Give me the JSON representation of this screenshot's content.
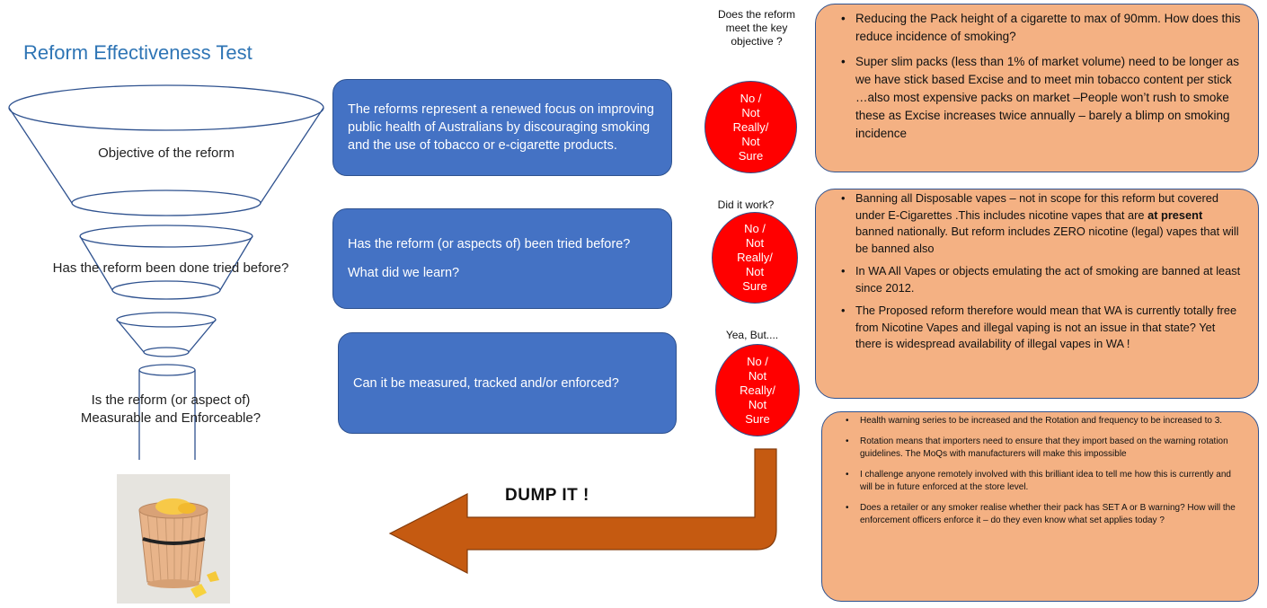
{
  "title": "Reform Effectiveness Test",
  "funnel": {
    "stage1": "Objective of the reform",
    "stage2": "Has the reform been done tried before?",
    "stage3_line1": "Is the reform (or aspect of)",
    "stage3_line2": "Measurable and Enforceable?"
  },
  "boxes": {
    "box1": "The reforms represent a renewed focus on improving public health of Australians by discouraging smoking and the use of tobacco or e-cigarette products.",
    "box2_line1": "Has the reform (or aspects of) been tried before?",
    "box2_line2": "What did we learn?",
    "box3": "Can it be measured, tracked and/or enforced?"
  },
  "questions": {
    "q1": "Does the reform meet the key objective ?",
    "q2": "Did it work?",
    "q3": "Yea, But...."
  },
  "circle_text": [
    "No /",
    "Not",
    "Really/",
    "Not",
    "Sure"
  ],
  "orange1": [
    "Reducing the Pack height of a cigarette to max of 90mm. How does this reduce incidence of smoking?",
    "Super slim packs (less than 1% of market volume) need to be longer as we have stick based Excise  and to meet min tobacco content per stick  …also most expensive packs on market –People won’t rush to smoke these as Excise increases twice annually – barely a blimp on smoking incidence"
  ],
  "orange2": {
    "item1_a": "Banning all Disposable vapes – not in scope for this reform but covered under E-Cigarettes .This includes nicotine vapes that are",
    "item1_bold": "at present",
    "item1_b": "banned nationally. But reform includes ZERO nicotine (legal) vapes that will be banned also",
    "item2": "In WA All Vapes or objects emulating the act of smoking are banned at least since 2012.",
    "item3": "The Proposed reform therefore would mean that WA is currently totally free from Nicotine Vapes and illegal vaping is not an issue in that state? Yet there is widespread availability of illegal vapes in WA !"
  },
  "orange3": [
    "Health warning series to be increased and the Rotation and frequency to be increased to 3.",
    "Rotation means that importers need to ensure that they import based on the warning rotation guidelines. The MoQs with manufacturers will make this impossible",
    "I challenge anyone remotely involved with this brilliant idea to tell me how this is currently and will be in future enforced at the store level.",
    "Does a retailer or any smoker realise whether their pack has SET A or B warning? How will the enforcement officers enforce it – do they even know what set applies today ?"
  ],
  "dump_label": "DUMP IT !",
  "colors": {
    "title": "#2f75b5",
    "blue_box": "#4472c4",
    "circle": "#ff0000",
    "orange_box": "#f4b183",
    "arrow": "#c55a11"
  }
}
